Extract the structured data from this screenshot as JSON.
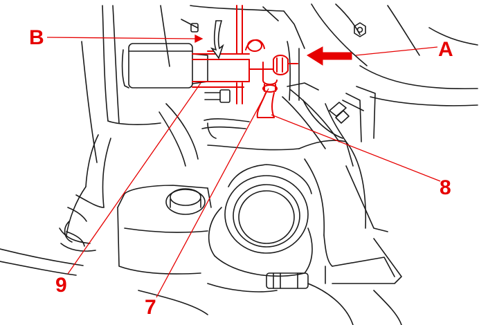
{
  "diagram": {
    "callouts": {
      "A": "A",
      "B": "B",
      "c8": "8",
      "c9": "9",
      "c7": "7"
    },
    "colors": {
      "highlight": "#e60000",
      "line_art": "#1a1a1a",
      "background": "#ffffff"
    }
  }
}
